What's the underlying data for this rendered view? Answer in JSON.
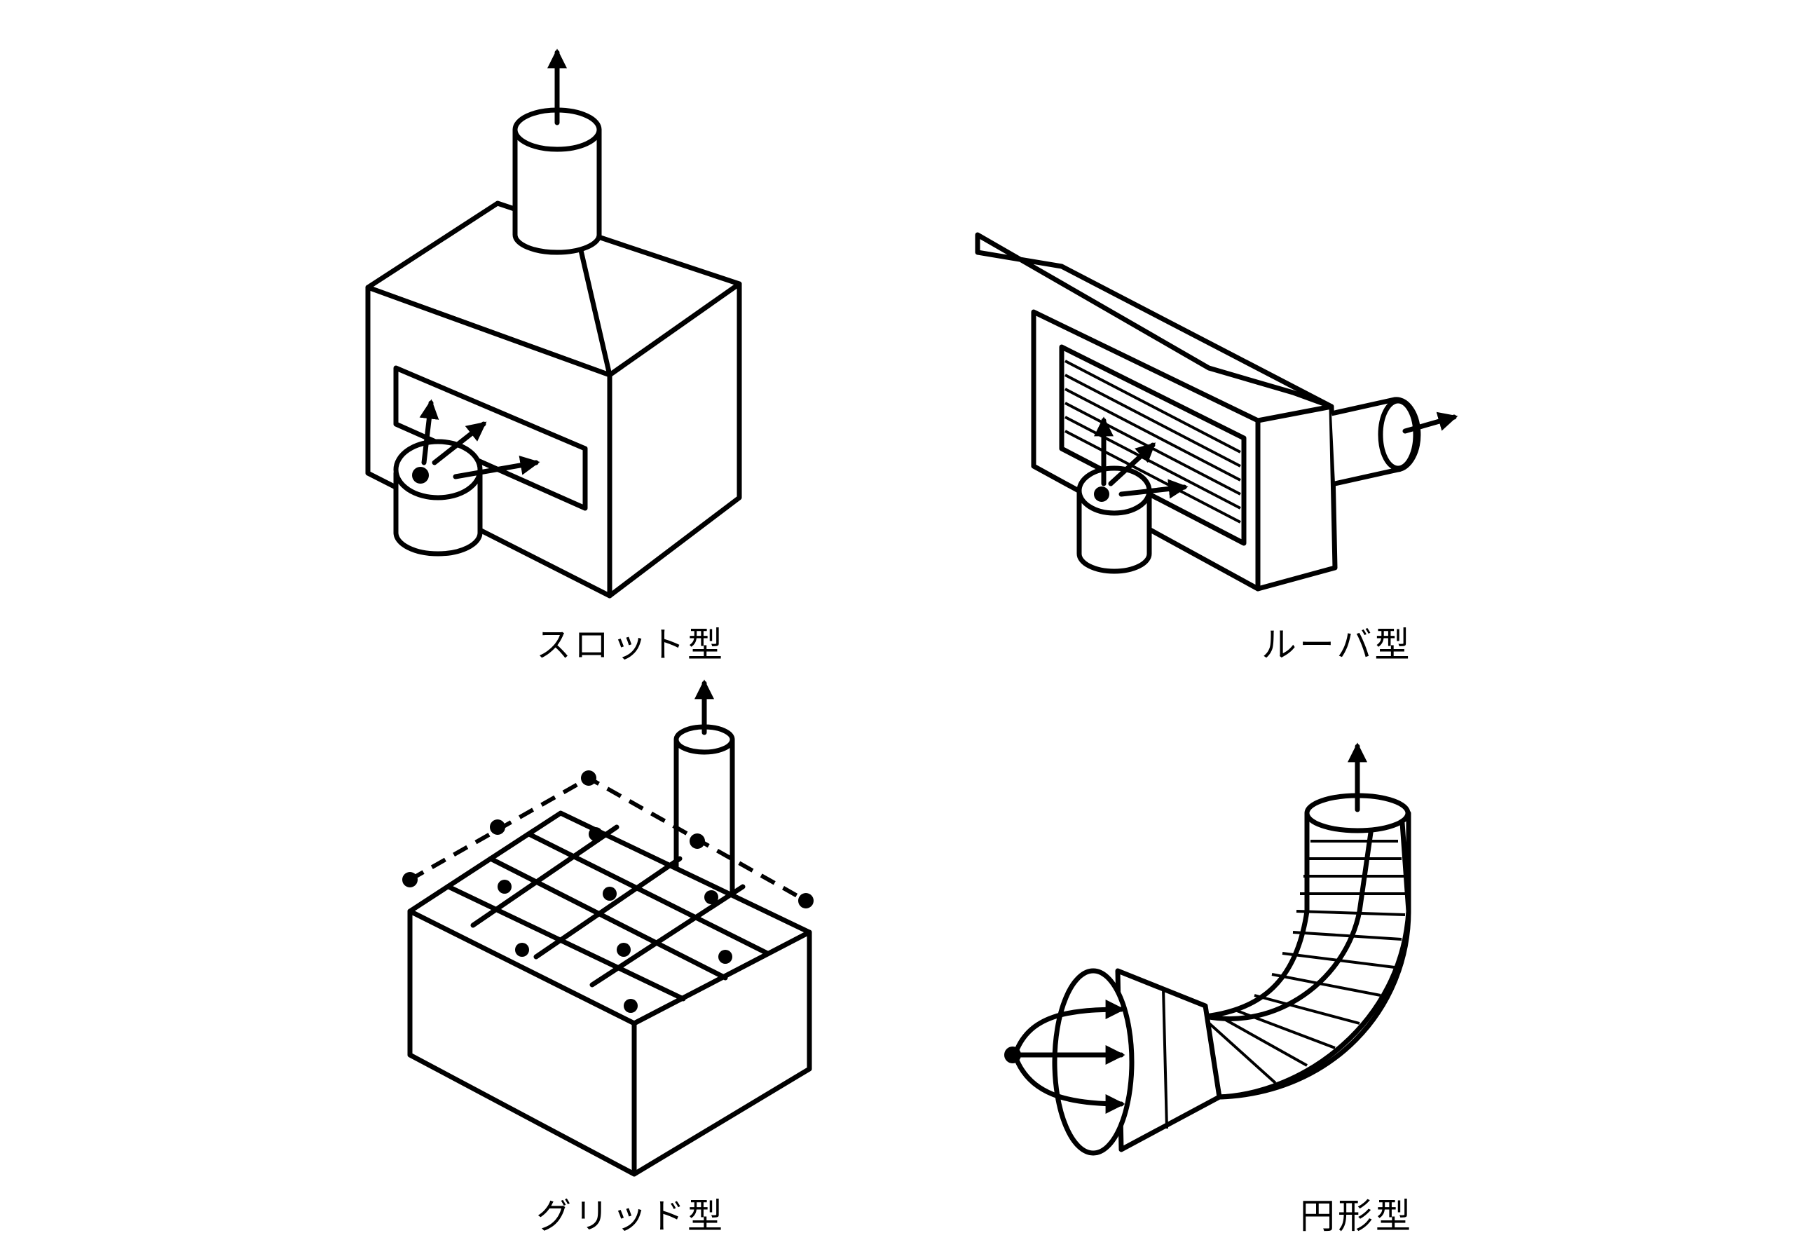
{
  "figure": {
    "hoods": [
      {
        "id": "slot",
        "label": "スロット型"
      },
      {
        "id": "louver",
        "label": "ルーバ型"
      },
      {
        "id": "grid",
        "label": "グリッド型"
      },
      {
        "id": "circular",
        "label": "円形型"
      }
    ]
  }
}
